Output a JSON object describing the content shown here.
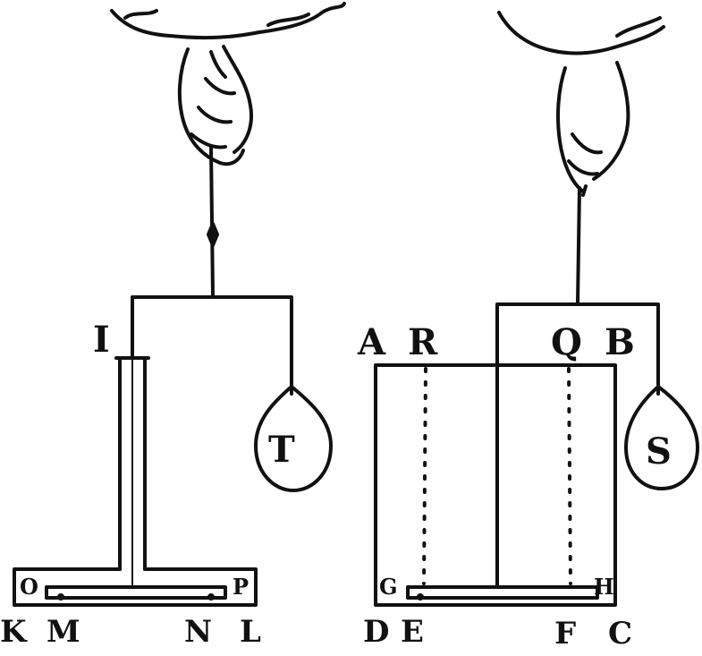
{
  "labels": {
    "I": "I",
    "T": "T",
    "O": "O",
    "P": "P",
    "K": "K",
    "M": "M",
    "N": "N",
    "L": "L",
    "A": "A",
    "R": "R",
    "Q": "Q",
    "B": "B",
    "S": "S",
    "G": "G",
    "H": "H",
    "D": "D",
    "E": "E",
    "F": "F",
    "C": "C"
  },
  "colors": {
    "ink": "#111111",
    "paper": "#ffffff"
  }
}
